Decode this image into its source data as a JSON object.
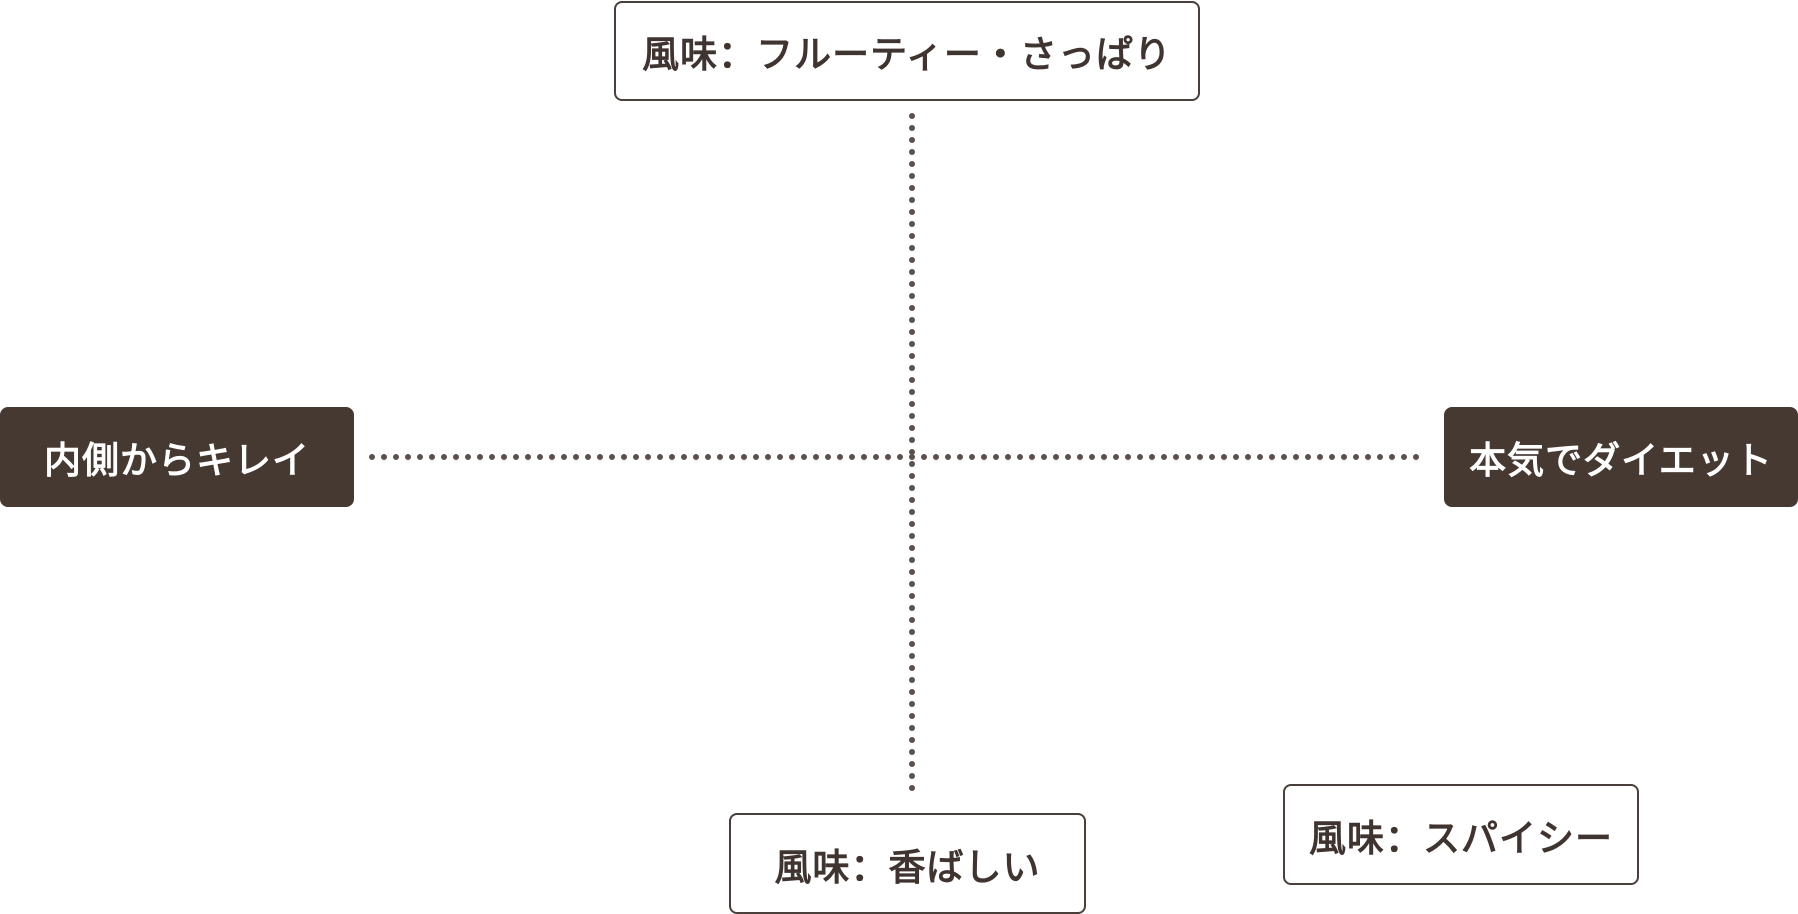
{
  "diagram": {
    "top_label": "風味：フルーティー・さっぱり",
    "bottom_label": "風味：香ばしい",
    "left_label": "内側からキレイ",
    "right_label": "本気でダイエット",
    "extra_label": "風味：スパイシー"
  },
  "colors": {
    "line": "#5b504c",
    "filled_box": "#463932",
    "outline_box_border": "#4a3f3b",
    "text_dark": "#3f3430",
    "text_light": "#ffffff"
  }
}
